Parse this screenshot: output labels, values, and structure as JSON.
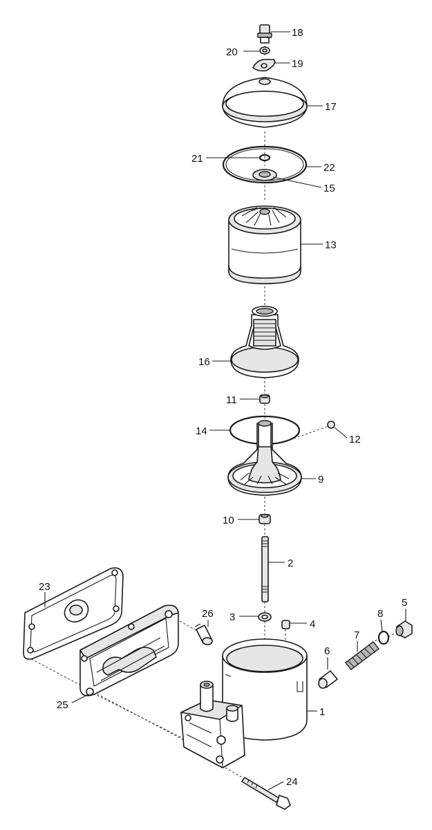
{
  "callouts": {
    "c1": "1",
    "c2": "2",
    "c3": "3",
    "c4": "4",
    "c5": "5",
    "c6": "6",
    "c7": "7",
    "c8": "8",
    "c9": "9",
    "c10": "10",
    "c11": "11",
    "c12": "12",
    "c13": "13",
    "c14": "14",
    "c15": "15",
    "c16": "16",
    "c17": "17",
    "c18": "18",
    "c19": "19",
    "c20": "20",
    "c21": "21",
    "c22": "22",
    "c23": "23",
    "c24": "24",
    "c25": "25",
    "c26": "26"
  }
}
